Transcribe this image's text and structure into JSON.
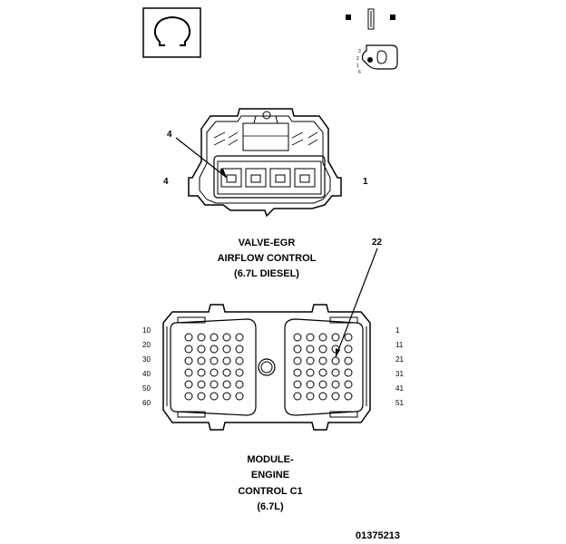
{
  "connector_egr": {
    "caption_lines": [
      "VALVE-EGR",
      "AIRFLOW CONTROL",
      "(6.7L DIESEL)"
    ],
    "pin_left": "4",
    "pin_right": "1",
    "callout": "4"
  },
  "connector_ecm": {
    "caption_lines": [
      "MODULE-",
      "ENGINE",
      "CONTROL C1",
      "(6.7L)"
    ],
    "left_pins": [
      "10",
      "20",
      "30",
      "40",
      "50",
      "60"
    ],
    "right_pins": [
      "1",
      "11",
      "21",
      "31",
      "41",
      "51"
    ],
    "callout": "22"
  },
  "figure_id": "01375213"
}
